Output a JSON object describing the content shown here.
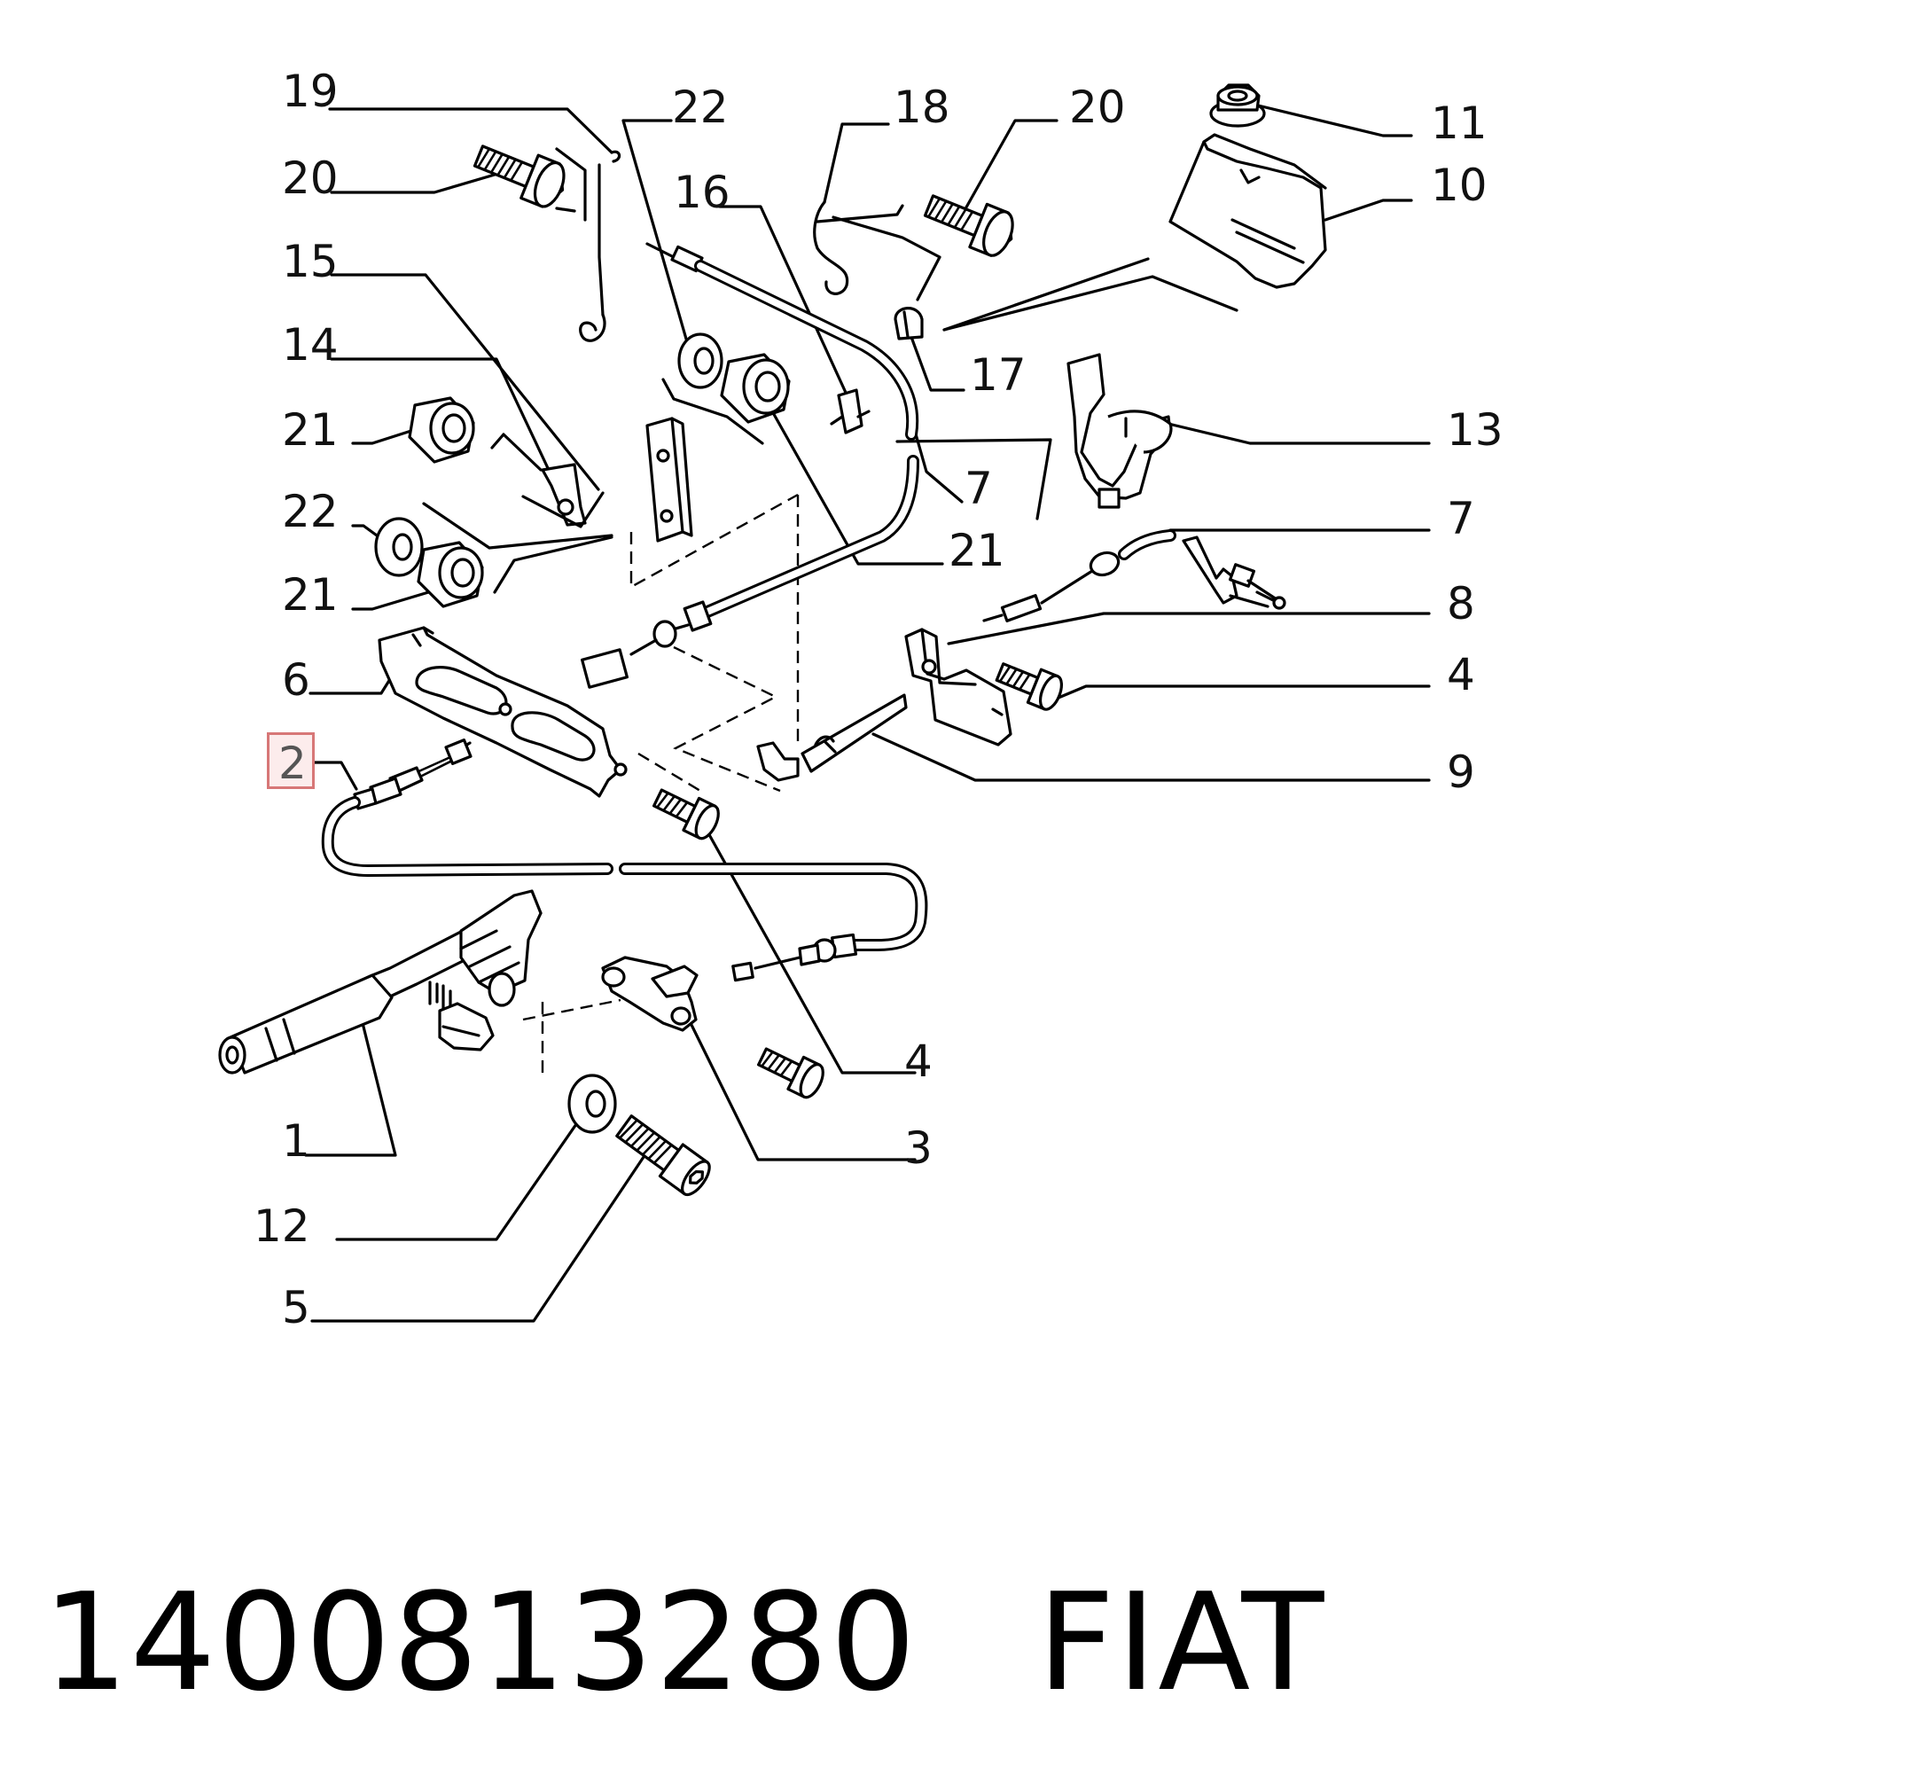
{
  "callouts": [
    {
      "id": "19",
      "label": "19"
    },
    {
      "id": "20a",
      "label": "20"
    },
    {
      "id": "15",
      "label": "15"
    },
    {
      "id": "14",
      "label": "14"
    },
    {
      "id": "21a",
      "label": "21"
    },
    {
      "id": "22a",
      "label": "22"
    },
    {
      "id": "21b",
      "label": "21"
    },
    {
      "id": "6",
      "label": "6"
    },
    {
      "id": "2",
      "label": "2",
      "highlighted": true
    },
    {
      "id": "1",
      "label": "1"
    },
    {
      "id": "12",
      "label": "12"
    },
    {
      "id": "5",
      "label": "5"
    },
    {
      "id": "22b",
      "label": "22"
    },
    {
      "id": "16",
      "label": "16"
    },
    {
      "id": "18",
      "label": "18"
    },
    {
      "id": "20b",
      "label": "20"
    },
    {
      "id": "11",
      "label": "11"
    },
    {
      "id": "10",
      "label": "10"
    },
    {
      "id": "17",
      "label": "17"
    },
    {
      "id": "13",
      "label": "13"
    },
    {
      "id": "7a",
      "label": "7"
    },
    {
      "id": "21c",
      "label": "21"
    },
    {
      "id": "7b",
      "label": "7"
    },
    {
      "id": "8",
      "label": "8"
    },
    {
      "id": "4a",
      "label": "4"
    },
    {
      "id": "9",
      "label": "9"
    },
    {
      "id": "4b",
      "label": "4"
    },
    {
      "id": "3",
      "label": "3"
    }
  ],
  "highlight_color": "#d77777",
  "footer": {
    "part_number": "1400813280",
    "brand": "FIAT"
  }
}
